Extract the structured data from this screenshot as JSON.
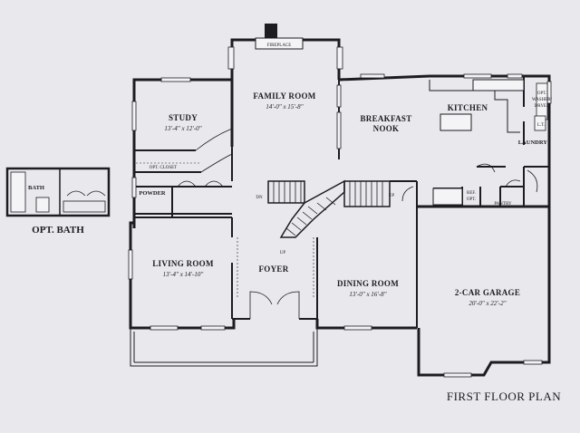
{
  "plan": {
    "title": "FIRST FLOOR PLAN",
    "rooms": {
      "family_room": {
        "name": "FAMILY ROOM",
        "dims": "14'-0\" x 15'-8\""
      },
      "fireplace": {
        "name": "FIREPLACE"
      },
      "study": {
        "name": "STUDY",
        "dims": "13'-4\" x 12'-0\""
      },
      "opt_closet": {
        "name": "OPT. CLOSET"
      },
      "breakfast": {
        "name_line1": "BREAKFAST",
        "name_line2": "NOOK"
      },
      "kitchen": {
        "name": "KITCHEN"
      },
      "laundry": {
        "name": "LAUNDRY",
        "opt_washer": "OPT.",
        "washer": "WASHER/",
        "dryer": "DRYER",
        "lt": "L.T."
      },
      "powder": {
        "name": "POWDER"
      },
      "living_room": {
        "name": "LIVING ROOM",
        "dims": "13'-4\" x 14'-10\""
      },
      "foyer": {
        "name": "FOYER"
      },
      "dining_room": {
        "name": "DINING ROOM",
        "dims": "13'-0\" x 16'-8\""
      },
      "garage": {
        "name": "2-CAR GARAGE",
        "dims": "20'-0\" x 22'-2\""
      },
      "ref": {
        "line1": "REF.",
        "line2": "OPT."
      },
      "pantry": {
        "name": "PANTRY"
      }
    },
    "stairs": {
      "dn": "DN",
      "up_top": "UP",
      "up_bottom": "UP"
    },
    "opt_bath": {
      "title": "OPT. BATH",
      "bath": "BATH"
    }
  }
}
